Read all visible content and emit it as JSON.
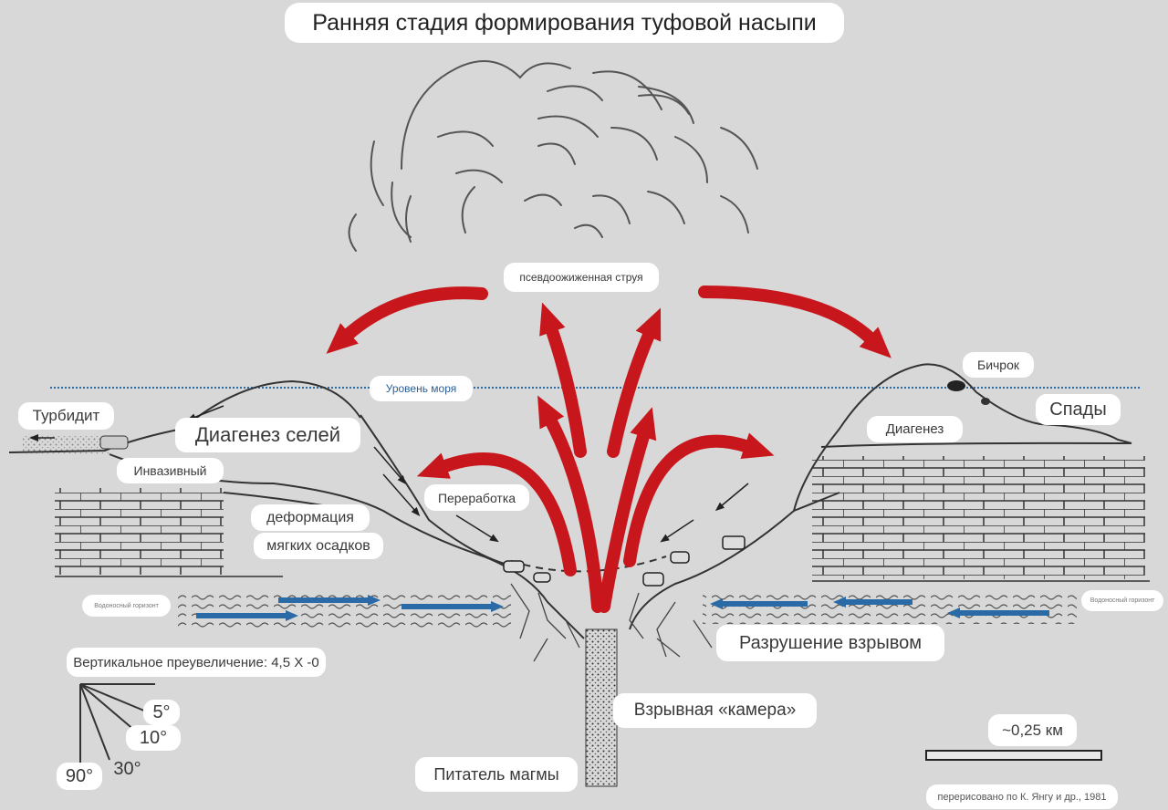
{
  "title": "Ранняя стадия формирования туфовой насыпи",
  "labels": {
    "jet": "псевдоожиженная струя",
    "sea_level": "Уровень моря",
    "beachrock": "Бичрок",
    "slumps": "Спады",
    "turbidite": "Турбидит",
    "debris_diagenesis": "Диагенез селей",
    "invasive": "Инвазивный",
    "diagenesis": "Диагенез",
    "reworking": "Переработка",
    "deformation_1": "деформация",
    "deformation_2": "мягких осадков",
    "aquifer_left": "Водоносный горизонт",
    "aquifer_right": "Водоносный горизонт",
    "explosion_destruction": "Разрушение взрывом",
    "vertical_exaggeration": "Вертикальное преувеличение: 4,5 X -0",
    "explosion_chamber": "Взрывная «камера»",
    "scale": "~0,25 км",
    "magma_feeder": "Питатель магмы",
    "credit": "перерисовано по К. Янгу и др., 1981"
  },
  "angles": [
    "5°",
    "10°",
    "30°",
    "90°"
  ],
  "colors": {
    "arrow": "#c8171c",
    "water": "#2a6aa6",
    "background": "#d8d8d8"
  }
}
